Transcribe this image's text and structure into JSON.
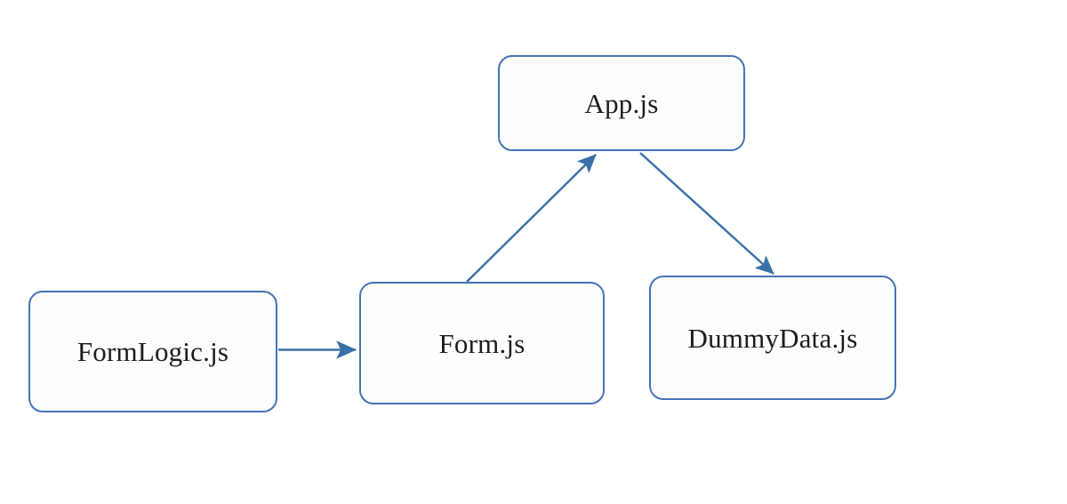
{
  "diagram": {
    "type": "flow-diagram",
    "background_color": "#ffffff",
    "node_border_color": "#4573b5",
    "node_fill_color": "#fdfdfb",
    "edge_color": "#3a6fa8",
    "text_color": "#1c1c1c",
    "nodes": [
      {
        "id": "app",
        "label": "App.js"
      },
      {
        "id": "formlogic",
        "label": "FormLogic.js"
      },
      {
        "id": "form",
        "label": "Form.js"
      },
      {
        "id": "dummydata",
        "label": "DummyData.js"
      }
    ],
    "edges": [
      {
        "id": "formlogic-to-form",
        "from": "FormLogic.js",
        "to": "Form.js",
        "style": "straight-arrow"
      },
      {
        "id": "form-to-app",
        "from": "Form.js",
        "to": "App.js",
        "style": "diagonal-arrow"
      },
      {
        "id": "app-to-dummydata",
        "from": "App.js",
        "to": "DummyData.js",
        "style": "diagonal-arrow"
      }
    ]
  }
}
